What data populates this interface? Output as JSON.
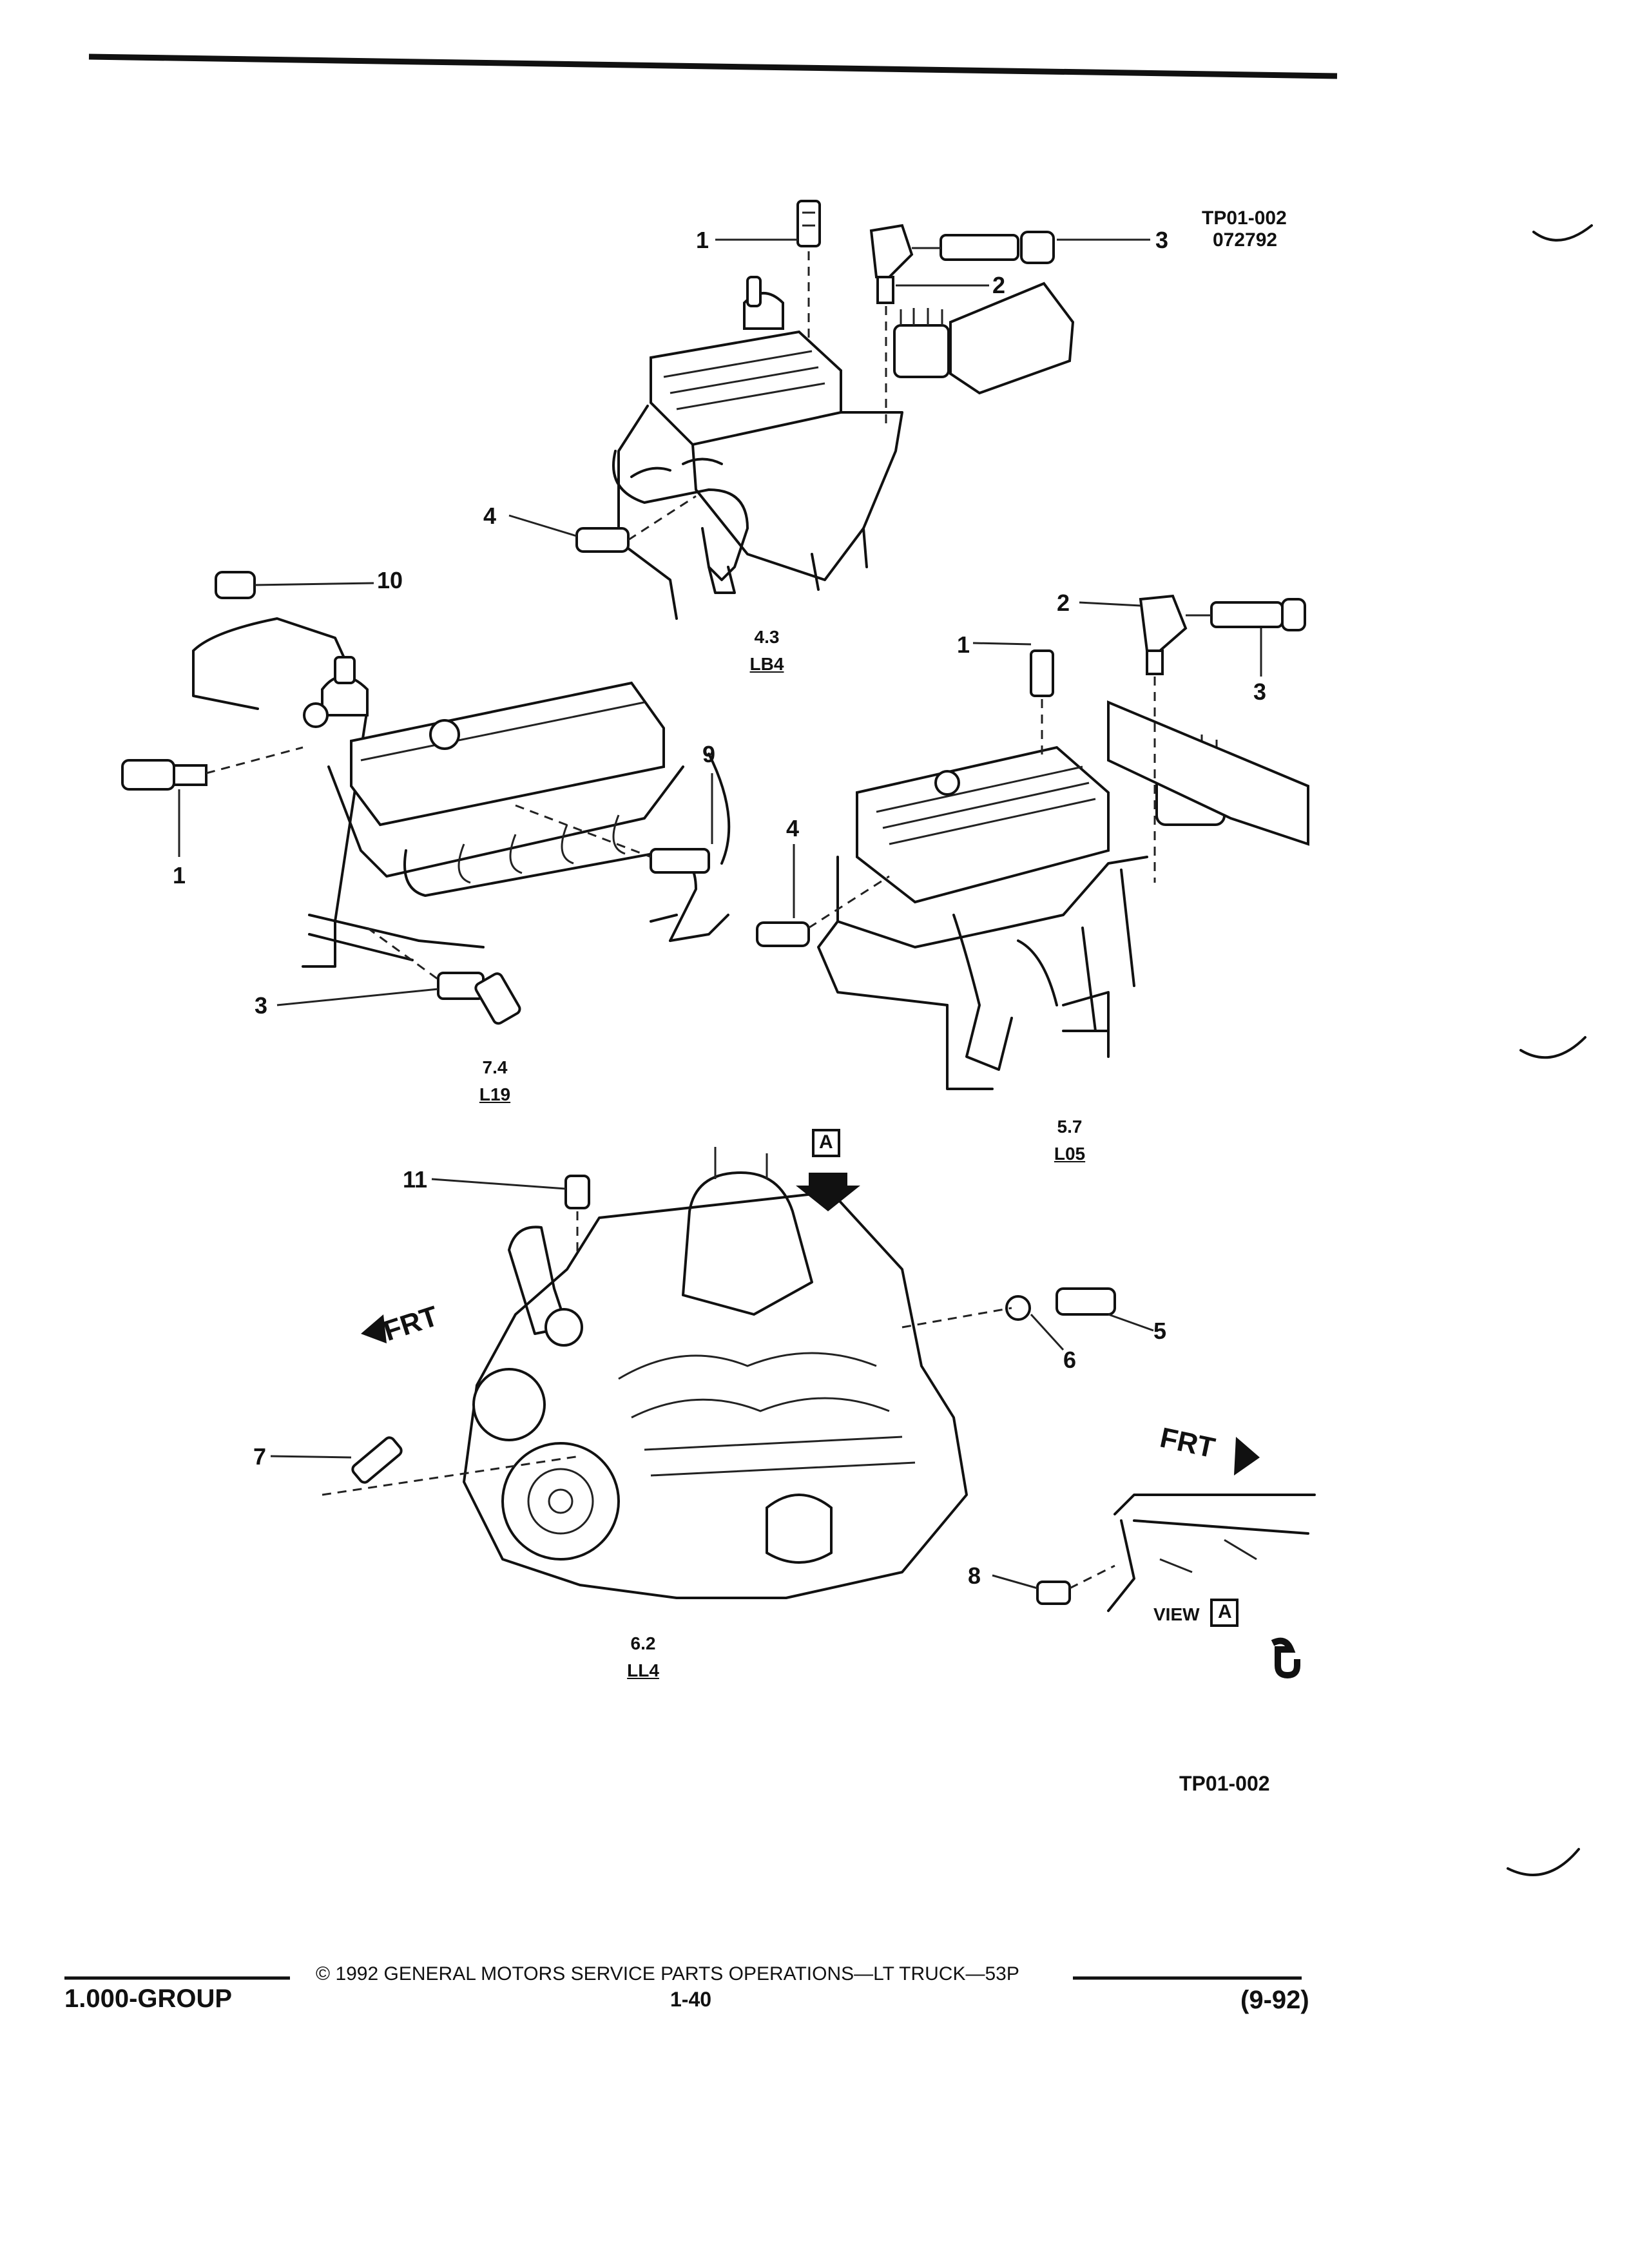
{
  "figure": {
    "id_top": "TP01-002",
    "date_code": "072792",
    "id_bottom": "TP01-002"
  },
  "engines": {
    "e43": {
      "displacement": "4.3",
      "code": "LB4"
    },
    "e74": {
      "displacement": "7.4",
      "code": "L19"
    },
    "e57": {
      "displacement": "5.7",
      "code": "L05"
    },
    "e62": {
      "displacement": "6.2",
      "code": "LL4"
    }
  },
  "callouts": {
    "c1": "1",
    "c2": "2",
    "c3": "3",
    "c4": "4",
    "c5": "5",
    "c6": "6",
    "c7": "7",
    "c8": "8",
    "c9": "9",
    "c10": "10",
    "c11": "11"
  },
  "view_box_letter": "A",
  "view_label": "VIEW",
  "frt_label": "FRT",
  "footer": {
    "group": "1.000-GROUP",
    "copyright": "© 1992 GENERAL MOTORS SERVICE PARTS OPERATIONS—LT TRUCK—53P",
    "page": "1-40",
    "date": "(9-92)"
  }
}
